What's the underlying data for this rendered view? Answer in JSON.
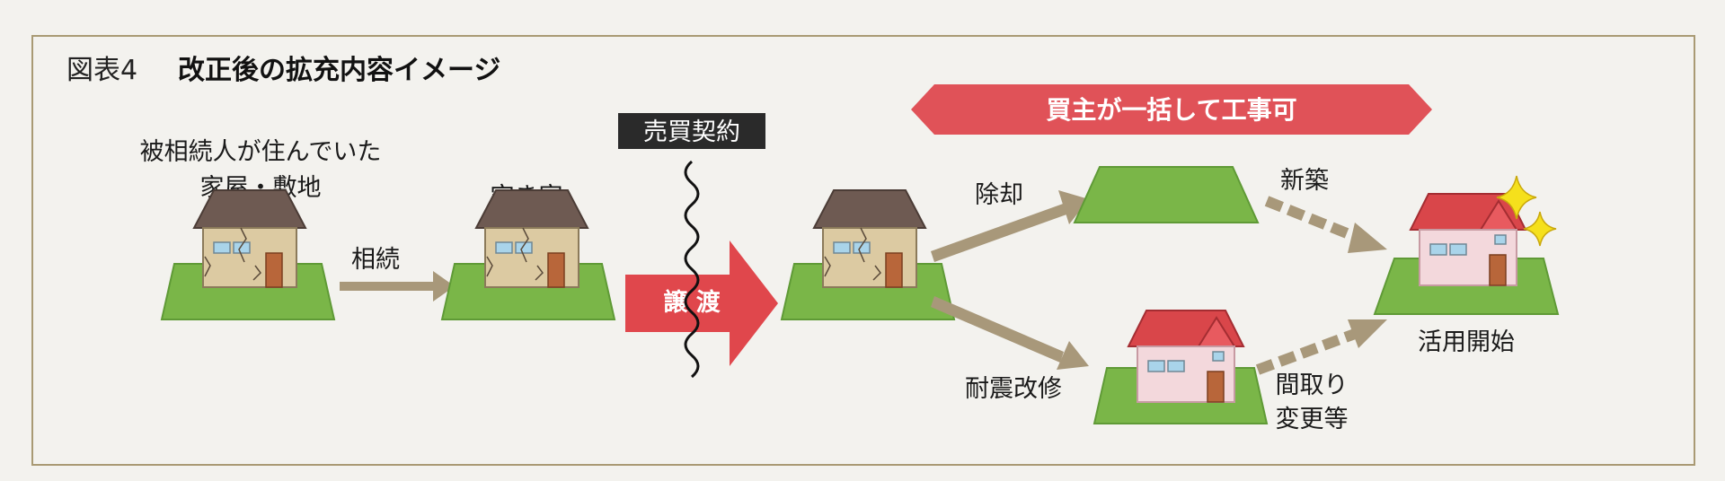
{
  "figure": {
    "number": "図表4",
    "title": "改正後の拡充内容イメージ"
  },
  "labels": {
    "original_house_line1": "被相続人が住んでいた",
    "original_house_line2": "家屋・敷地",
    "inherit": "相続",
    "vacant_house": "空き家",
    "contract": "売買契約",
    "transfer": "譲 渡",
    "buyer_banner": "買主が一括して工事可",
    "demolish": "除却",
    "new_build": "新築",
    "seismic": "耐震改修",
    "layout_line1": "間取り",
    "layout_line2": "変更等",
    "start_use": "活用開始"
  },
  "colors": {
    "frame_border": "#a99a74",
    "background": "#f3f2ee",
    "arrow_tan": "#a8987a",
    "arrow_red": "#e0474c",
    "banner_red": "#e05258",
    "ground_green": "#7ab648",
    "roof_old": "#6e5a52",
    "house_wall_old": "#dccaa2",
    "roof_new": "#d9464a",
    "house_wall_new": "#f3d8dc",
    "contract_bg": "#2a2a2a",
    "sparkle": "#f5e01c"
  },
  "icons": [
    "old-house-icon",
    "new-house-icon",
    "vacant-lot-icon",
    "sparkle-icon",
    "wavy-line-icon"
  ]
}
